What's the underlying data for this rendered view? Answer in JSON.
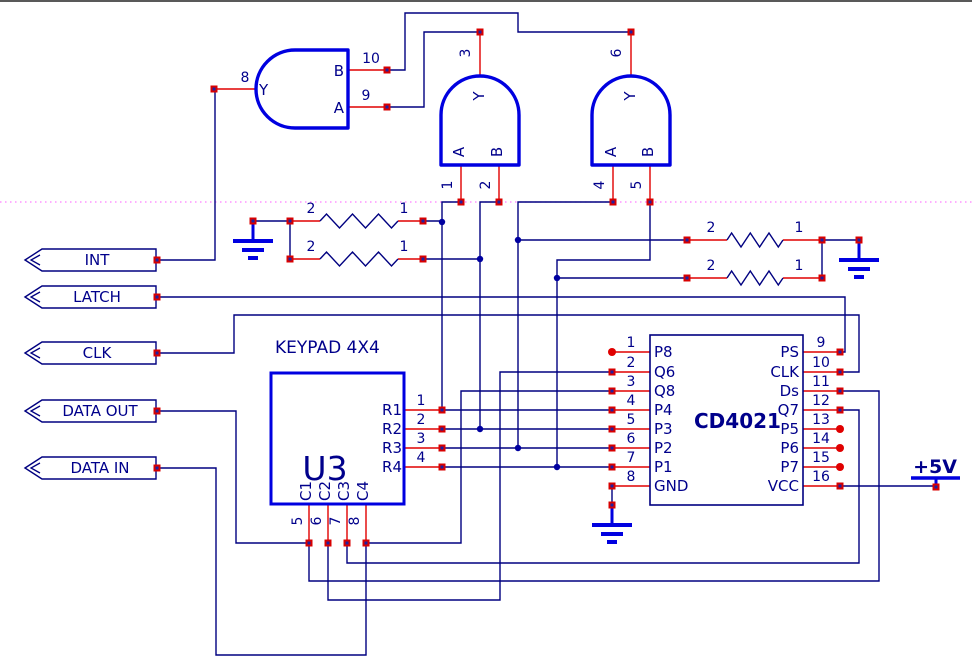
{
  "ports": {
    "int": "INT",
    "latch": "LATCH",
    "clk": "CLK",
    "data_out": "DATA OUT",
    "data_in": "DATA IN"
  },
  "gates": {
    "g1": {
      "out_num": "8",
      "out": "Y",
      "top_num": "10",
      "top": "B",
      "bot_num": "9",
      "bot": "A"
    },
    "g2": {
      "out_num": "3",
      "out": "Y",
      "a_num": "1",
      "a": "A",
      "b_num": "2",
      "b": "B"
    },
    "g3": {
      "out_num": "6",
      "out": "Y",
      "a_num": "4",
      "a": "A",
      "b_num": "5",
      "b": "B"
    }
  },
  "resistors": {
    "r1": {
      "l": "2",
      "r": "1"
    },
    "r2": {
      "l": "2",
      "r": "1"
    },
    "r3": {
      "l": "2",
      "r": "1"
    },
    "r4": {
      "l": "2",
      "r": "1"
    }
  },
  "keypad": {
    "title": "KEYPAD 4X4",
    "refdes": "U3",
    "rows": [
      {
        "n": "1",
        "l": "R1"
      },
      {
        "n": "2",
        "l": "R2"
      },
      {
        "n": "3",
        "l": "R3"
      },
      {
        "n": "4",
        "l": "R4"
      }
    ],
    "cols": [
      {
        "n": "5",
        "l": "C1"
      },
      {
        "n": "6",
        "l": "C2"
      },
      {
        "n": "7",
        "l": "C3"
      },
      {
        "n": "8",
        "l": "C4"
      }
    ]
  },
  "ic": {
    "name": "CD4021",
    "left": [
      {
        "n": "1",
        "l": "P8"
      },
      {
        "n": "2",
        "l": "Q6"
      },
      {
        "n": "3",
        "l": "Q8"
      },
      {
        "n": "4",
        "l": "P4"
      },
      {
        "n": "5",
        "l": "P3"
      },
      {
        "n": "6",
        "l": "P2"
      },
      {
        "n": "7",
        "l": "P1"
      },
      {
        "n": "8",
        "l": "GND"
      }
    ],
    "right": [
      {
        "n": "9",
        "l": "PS"
      },
      {
        "n": "10",
        "l": "CLK"
      },
      {
        "n": "11",
        "l": "Ds"
      },
      {
        "n": "12",
        "l": "Q7"
      },
      {
        "n": "13",
        "l": "P5"
      },
      {
        "n": "14",
        "l": "P6"
      },
      {
        "n": "15",
        "l": "P7"
      },
      {
        "n": "16",
        "l": "VCC"
      }
    ]
  },
  "power": {
    "vcc": "+5V"
  },
  "colors": {
    "wire": "#000080",
    "component": "#0000E0",
    "pin_wire": "#E00000",
    "text": "#00008B",
    "boundary_dots": "#FF7DFF",
    "pad": "#D80000"
  }
}
